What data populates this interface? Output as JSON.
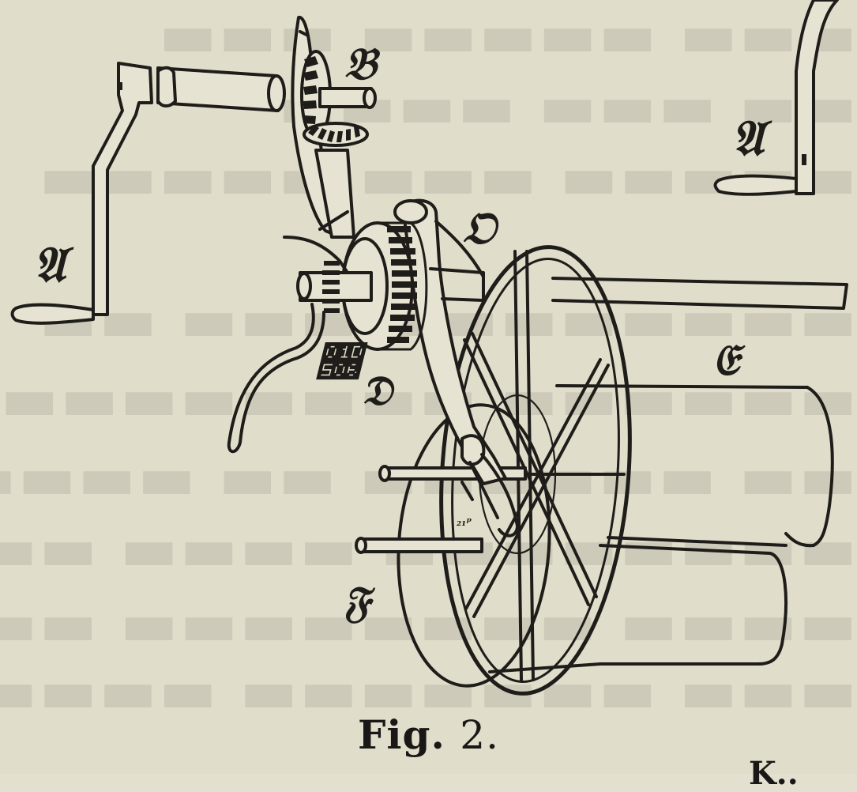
{
  "figure": {
    "caption_word": "Fig.",
    "caption_number": "2.",
    "labels": {
      "crank_left": "𝔄",
      "crank_right": "𝔄",
      "bevel_gear": "𝔅",
      "pinion": "𝔆",
      "gear_wheel": "𝔇",
      "drum": "𝔈",
      "axle": "𝔉",
      "frame": "𝔒"
    }
  },
  "footer_fragment": "K.."
}
